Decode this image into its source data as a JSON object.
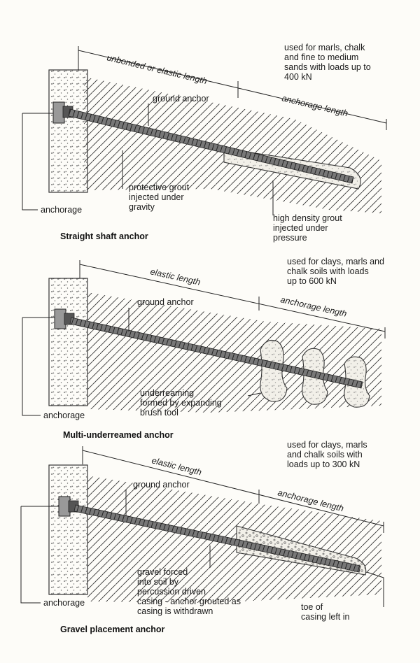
{
  "panels": [
    {
      "caption": "Straight shaft anchor",
      "note": [
        "used for marls, chalk",
        "and fine to medium",
        "sands with loads up to",
        "400 kN"
      ],
      "free_length_label": "unbonded or elastic length",
      "anchorage_length_label": "anchorage length",
      "ground_anchor_label": "ground anchor",
      "anchorage_label": "anchorage",
      "callout_a": [
        "protective grout",
        "injected under",
        "gravity"
      ],
      "callout_b": [
        "high density grout",
        "injected under",
        "pressure"
      ]
    },
    {
      "caption": "Multi-underreamed anchor",
      "note": [
        "used for clays, marls and",
        "chalk soils with loads",
        "up to 600 kN"
      ],
      "free_length_label": "elastic length",
      "anchorage_length_label": "anchorage length",
      "ground_anchor_label": "ground anchor",
      "anchorage_label": "anchorage",
      "callout_a": [
        "underreaming",
        "formed by expanding",
        "brush tool"
      ]
    },
    {
      "caption": "Gravel placement anchor",
      "note": [
        "used for clays, marls",
        "and chalk soils with",
        "loads up to 300 kN"
      ],
      "free_length_label": "elastic length",
      "anchorage_length_label": "anchorage length",
      "ground_anchor_label": "ground anchor",
      "anchorage_label": "anchorage",
      "callout_a": [
        "gravel forced",
        "into soil by",
        "percussion driven",
        "casing - anchor grouted as",
        "casing is withdrawn"
      ],
      "callout_b": [
        "toe of",
        "casing left in"
      ]
    }
  ]
}
